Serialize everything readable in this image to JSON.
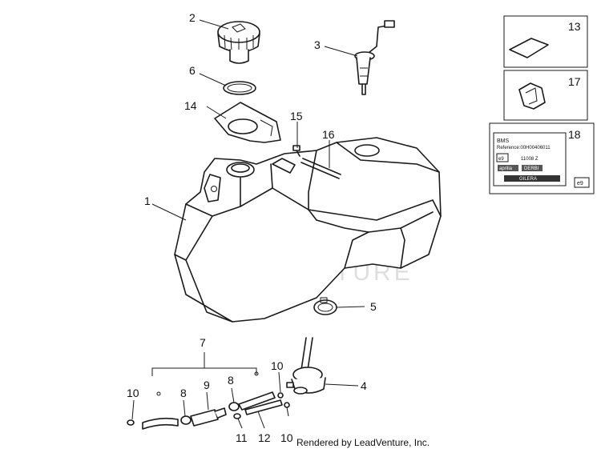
{
  "callouts": {
    "c1": "1",
    "c2": "2",
    "c3": "3",
    "c4": "4",
    "c5": "5",
    "c6": "6",
    "c7": "7",
    "c8a": "8",
    "c8b": "8",
    "c9": "9",
    "c10a": "10",
    "c10b": "10",
    "c10c": "10",
    "c11": "11",
    "c12": "12",
    "c13": "13",
    "c14": "14",
    "c15": "15",
    "c16": "16",
    "c17": "17",
    "c18": "18"
  },
  "label": {
    "line1": "BMS",
    "line2": "Reference:00H00406011",
    "e9": "e9",
    "code": "11008 Z",
    "brand1": "aprilia",
    "brand2": "DERBI",
    "brand3": "GILERA",
    "e9_corner": "e9"
  },
  "watermark": "LEADVENTURE",
  "credit": "Rendered by LeadVenture, Inc."
}
